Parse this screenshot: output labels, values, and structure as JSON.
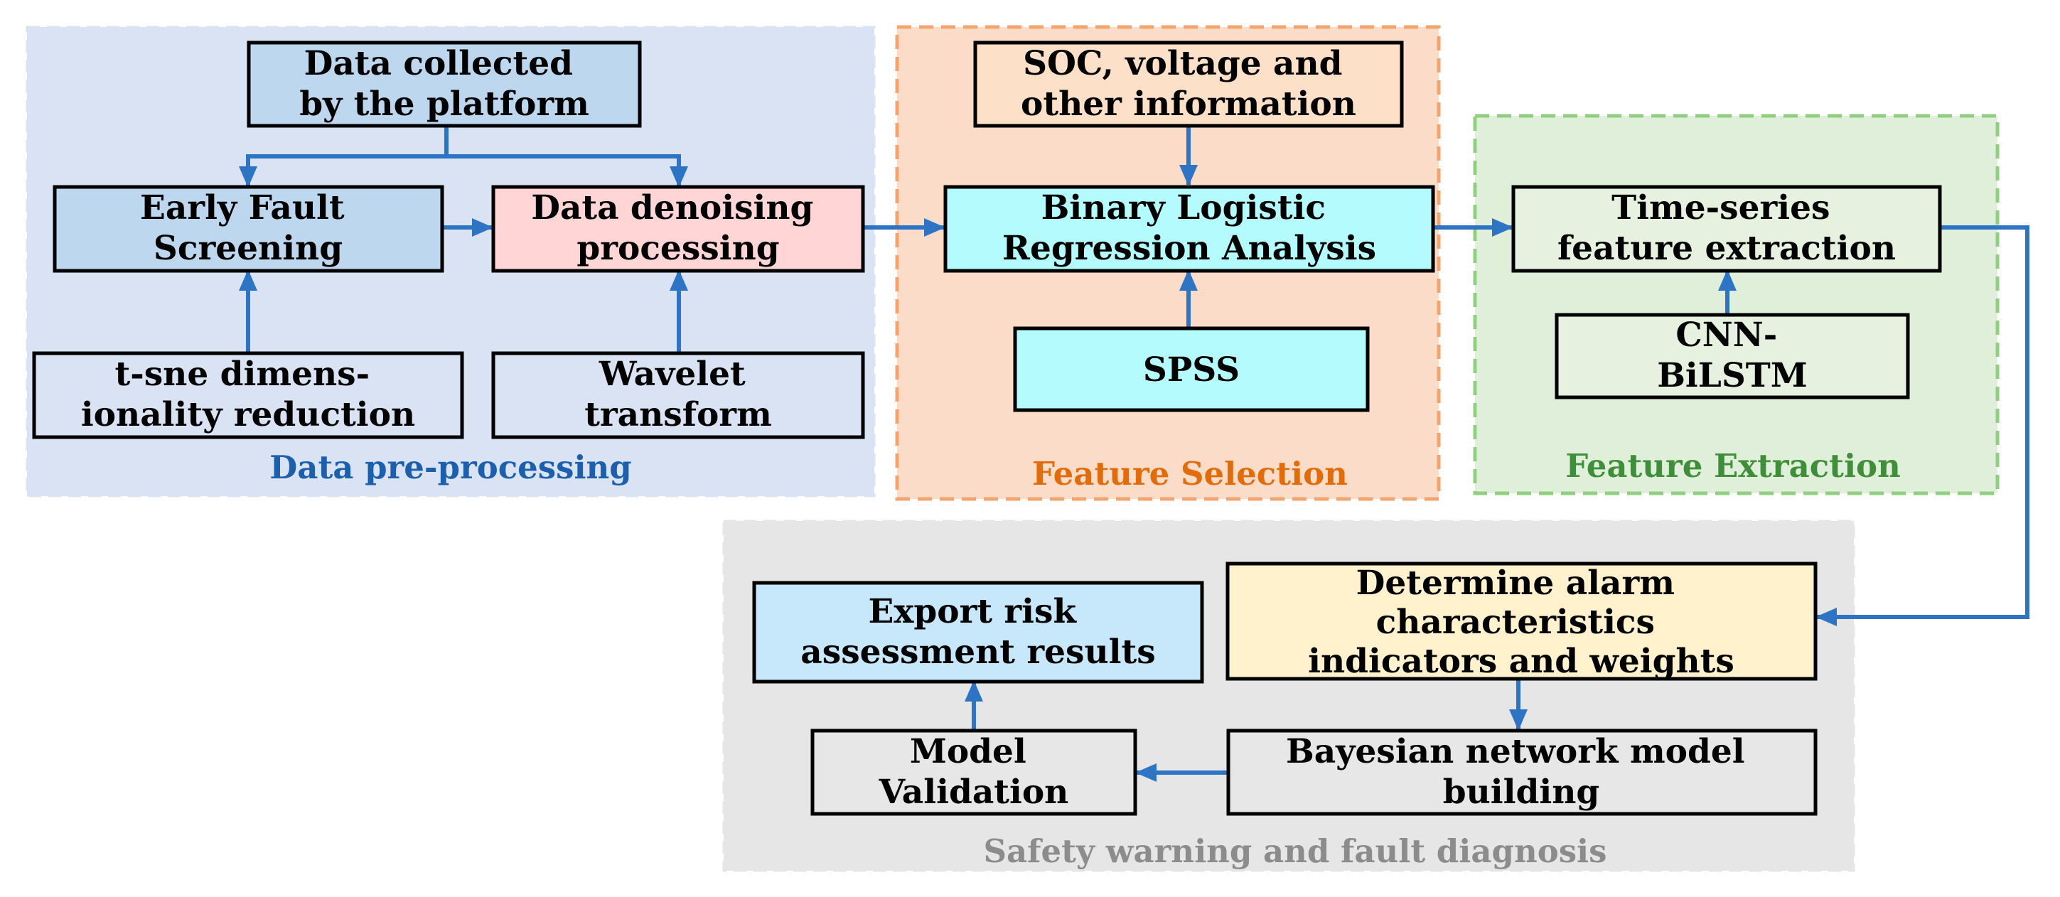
{
  "groups": {
    "preprocessing": {
      "title": "Data pre-processing",
      "color": "#1b5fad"
    },
    "selection": {
      "title": "Feature Selection",
      "color": "#e36c0a"
    },
    "extraction": {
      "title": "Feature Extraction",
      "color": "#3f8f3a"
    },
    "safety": {
      "title": "Safety warning and fault diagnosis",
      "color": "#8c8c8c"
    }
  },
  "boxes": {
    "data_collected": {
      "lines": [
        "Data collected",
        "by the platform"
      ]
    },
    "early_fault": {
      "lines": [
        "Early Fault",
        "Screening"
      ]
    },
    "denoising": {
      "lines": [
        "Data denoising",
        "processing"
      ]
    },
    "tsne": {
      "lines": [
        "t-sne dimens-",
        "ionality reduction"
      ]
    },
    "wavelet": {
      "lines": [
        "Wavelet",
        "transform"
      ]
    },
    "soc": {
      "lines": [
        "SOC, voltage and",
        "other information"
      ]
    },
    "binary_logistic": {
      "lines": [
        "Binary Logistic",
        "Regression Analysis"
      ]
    },
    "spss": {
      "lines": [
        "SPSS"
      ]
    },
    "time_series": {
      "lines": [
        "Time-series",
        "feature extraction"
      ]
    },
    "cnn_bilstm": {
      "lines": [
        "CNN-",
        "BiLSTM"
      ]
    },
    "alarm": {
      "lines": [
        "Determine alarm",
        "characteristics",
        "indicators and weights"
      ]
    },
    "export": {
      "lines": [
        "Export risk",
        "assessment results"
      ]
    },
    "bayesian": {
      "lines": [
        "Bayesian network model",
        "building"
      ]
    },
    "validation": {
      "lines": [
        "Model",
        "Validation"
      ]
    }
  },
  "colors": {
    "arrow": "#2e74c5",
    "preprocessing_bg": "#dae3f3",
    "selection_bg": "#fbdcc8",
    "extraction_bg": "#e0efd9",
    "safety_bg": "#e6e6e6",
    "blue_box": "#bdd7ee",
    "pink_box": "#ffd5d5",
    "cyan_box": "#b3fbfc",
    "peach_box": "#fde0c8",
    "green_box": "#e6f2df",
    "light_blue_box": "#c6e8fa",
    "yellow_box": "#fff2cc",
    "gray_box": "#e7e7e7"
  }
}
